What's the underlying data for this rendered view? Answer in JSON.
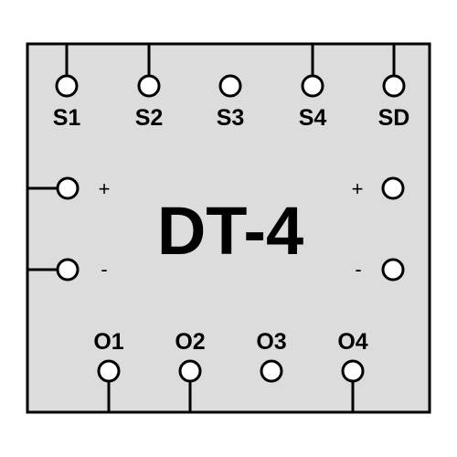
{
  "module": {
    "title": "DT-4",
    "body_fill": "#dcdcdc",
    "stroke_color": "#000000"
  },
  "top_pins": [
    {
      "label": "S1",
      "connected": true
    },
    {
      "label": "S2",
      "connected": true
    },
    {
      "label": "S3",
      "connected": false
    },
    {
      "label": "S4",
      "connected": true
    },
    {
      "label": "SD",
      "connected": true
    }
  ],
  "bottom_pins": [
    {
      "label": "O1",
      "connected": true
    },
    {
      "label": "O2",
      "connected": true
    },
    {
      "label": "O3",
      "connected": false
    },
    {
      "label": "O4",
      "connected": true
    }
  ],
  "left_pins": [
    {
      "sign": "+",
      "connected": true
    },
    {
      "sign": "-",
      "connected": true
    }
  ],
  "right_pins": [
    {
      "sign": "+",
      "connected": false
    },
    {
      "sign": "-",
      "connected": false
    }
  ]
}
